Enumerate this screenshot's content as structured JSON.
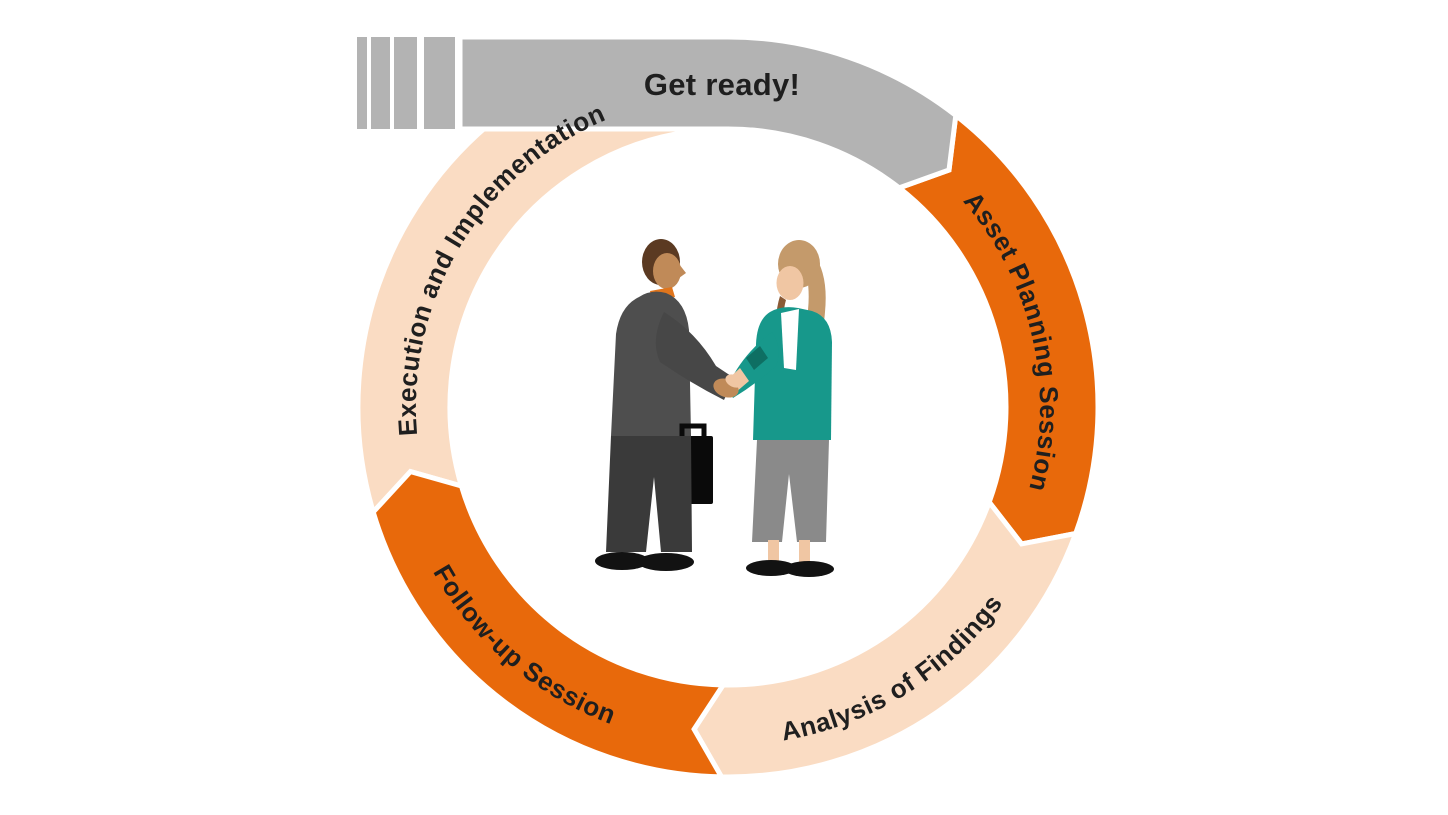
{
  "diagram": {
    "banner": {
      "label": "Get ready!",
      "color": "#b3b3b3"
    },
    "steps": [
      {
        "label": "Asset Planning Session",
        "color": "#e8690b"
      },
      {
        "label": "Analysis of Findings",
        "color": "#fadcc3"
      },
      {
        "label": "Follow-up Session",
        "color": "#e8690b"
      },
      {
        "label": "Execution and Implementation",
        "color": "#fadcc3"
      }
    ],
    "flow_direction": "clockwise",
    "center_illustration": "two-people-handshake",
    "text_color": "#1f1f1f"
  }
}
